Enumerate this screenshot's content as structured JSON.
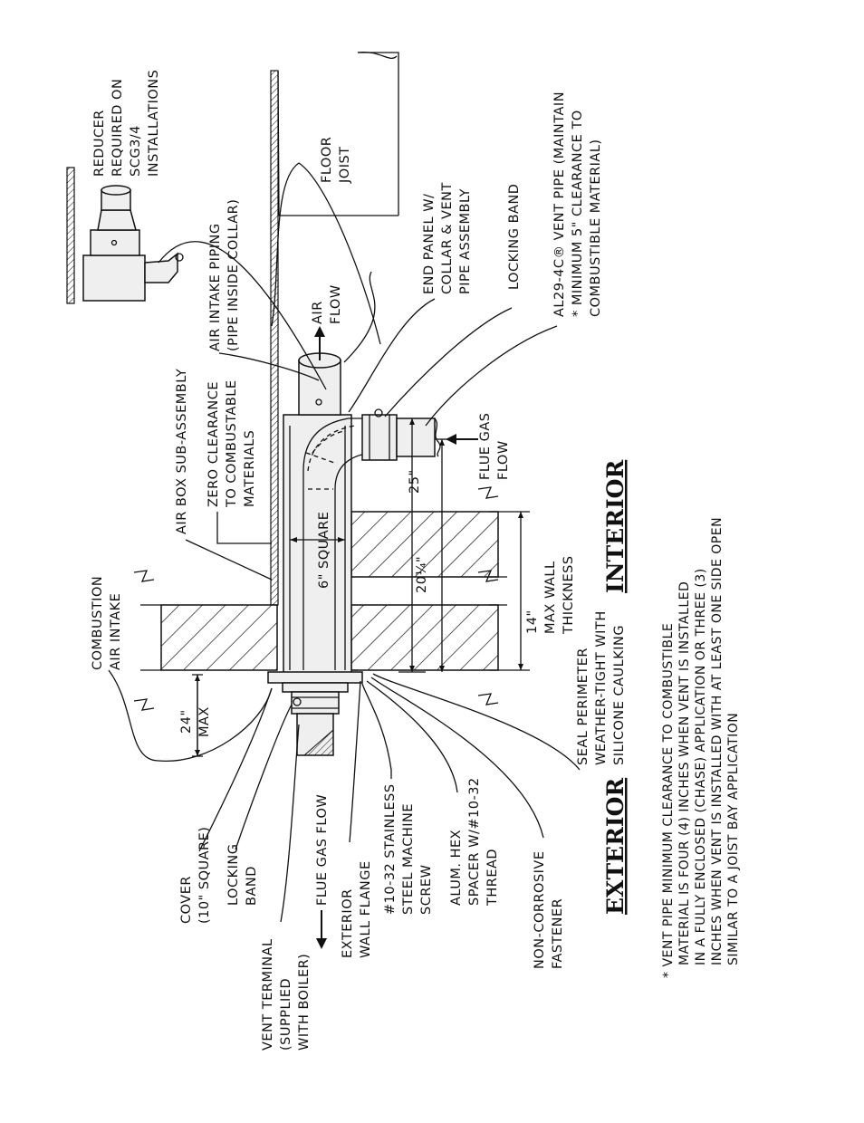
{
  "labels": {
    "reducer": [
      "REDUCER",
      "REQUIRED ON",
      "SCG3/4",
      "INSTALLATIONS"
    ],
    "floor_joist": [
      "FLOOR",
      "JOIST"
    ],
    "air_intake_piping": [
      "AIR INTAKE PIPING",
      "(PIPE INSIDE COLLAR)"
    ],
    "air_flow": [
      "AIR",
      "FLOW"
    ],
    "end_panel": [
      "END PANEL W/",
      "COLLAR & VENT",
      "PIPE ASSEMBLY"
    ],
    "locking_band_top": [
      "LOCKING BAND"
    ],
    "vent_pipe": [
      "AL29-4C® VENT PIPE (MAINTAIN",
      "* MINIMUM 5\" CLEARANCE TO",
      "COMBUSTIBLE MATERIAL)"
    ],
    "air_box": [
      "AIR BOX SUB-ASSEMBLY"
    ],
    "zero_clearance": [
      "ZERO CLEARANCE",
      "TO COMBUSTABLE",
      "MATERIALS"
    ],
    "flue_gas_flow_right": [
      "FLUE GAS",
      "FLOW"
    ],
    "combustion_air_intake": [
      "COMBUSTION",
      "AIR INTAKE"
    ],
    "dim_24": [
      "24\"",
      "MAX"
    ],
    "dim_6": "6\" SQUARE",
    "dim_20": "20¼\"",
    "dim_25": "25\"",
    "dim_14": [
      "14\"",
      "MAX WALL",
      "THICKNESS"
    ],
    "seal_perimeter": [
      "SEAL PERIMETER",
      "WEATHER-TIGHT WITH",
      "SILICONE CAULKING"
    ],
    "interior": "INTERIOR",
    "exterior": "EXTERIOR",
    "cover": [
      "COVER",
      "(10\" SQUARE)"
    ],
    "locking_band_left": [
      "LOCKING",
      "BAND"
    ],
    "vent_terminal": [
      "VENT TERMINAL",
      "(SUPPLIED",
      "WITH BOILER)"
    ],
    "flue_gas_flow_left": "FLUE GAS FLOW",
    "exterior_wall_flange": [
      "EXTERIOR",
      "WALL FLANGE"
    ],
    "machine_screw": [
      "#10-32 STAINLESS",
      "STEEL MACHINE",
      "SCREW"
    ],
    "hex_spacer": [
      "ALUM. HEX",
      "SPACER W/#10-32",
      "THREAD"
    ],
    "fastener": [
      "NON-CORROSIVE",
      "FASTENER"
    ]
  },
  "note": [
    "* VENT PIPE MINIMUM CLEARANCE TO COMBUSTIBLE",
    "MATERIAL IS FOUR (4) INCHES WHEN VENT IS INSTALLED",
    "IN A FULLY ENCLOSED (CHASE) APPLICATION OR THREE (3)",
    "INCHES WHEN VENT IS INSTALLED WITH AT LEAST ONE SIDE OPEN",
    "SIMILAR TO A JOIST BAY APPLICATION"
  ],
  "colors": {
    "ink": "#111111",
    "hatch": "#111111",
    "fill": "#efefef"
  }
}
